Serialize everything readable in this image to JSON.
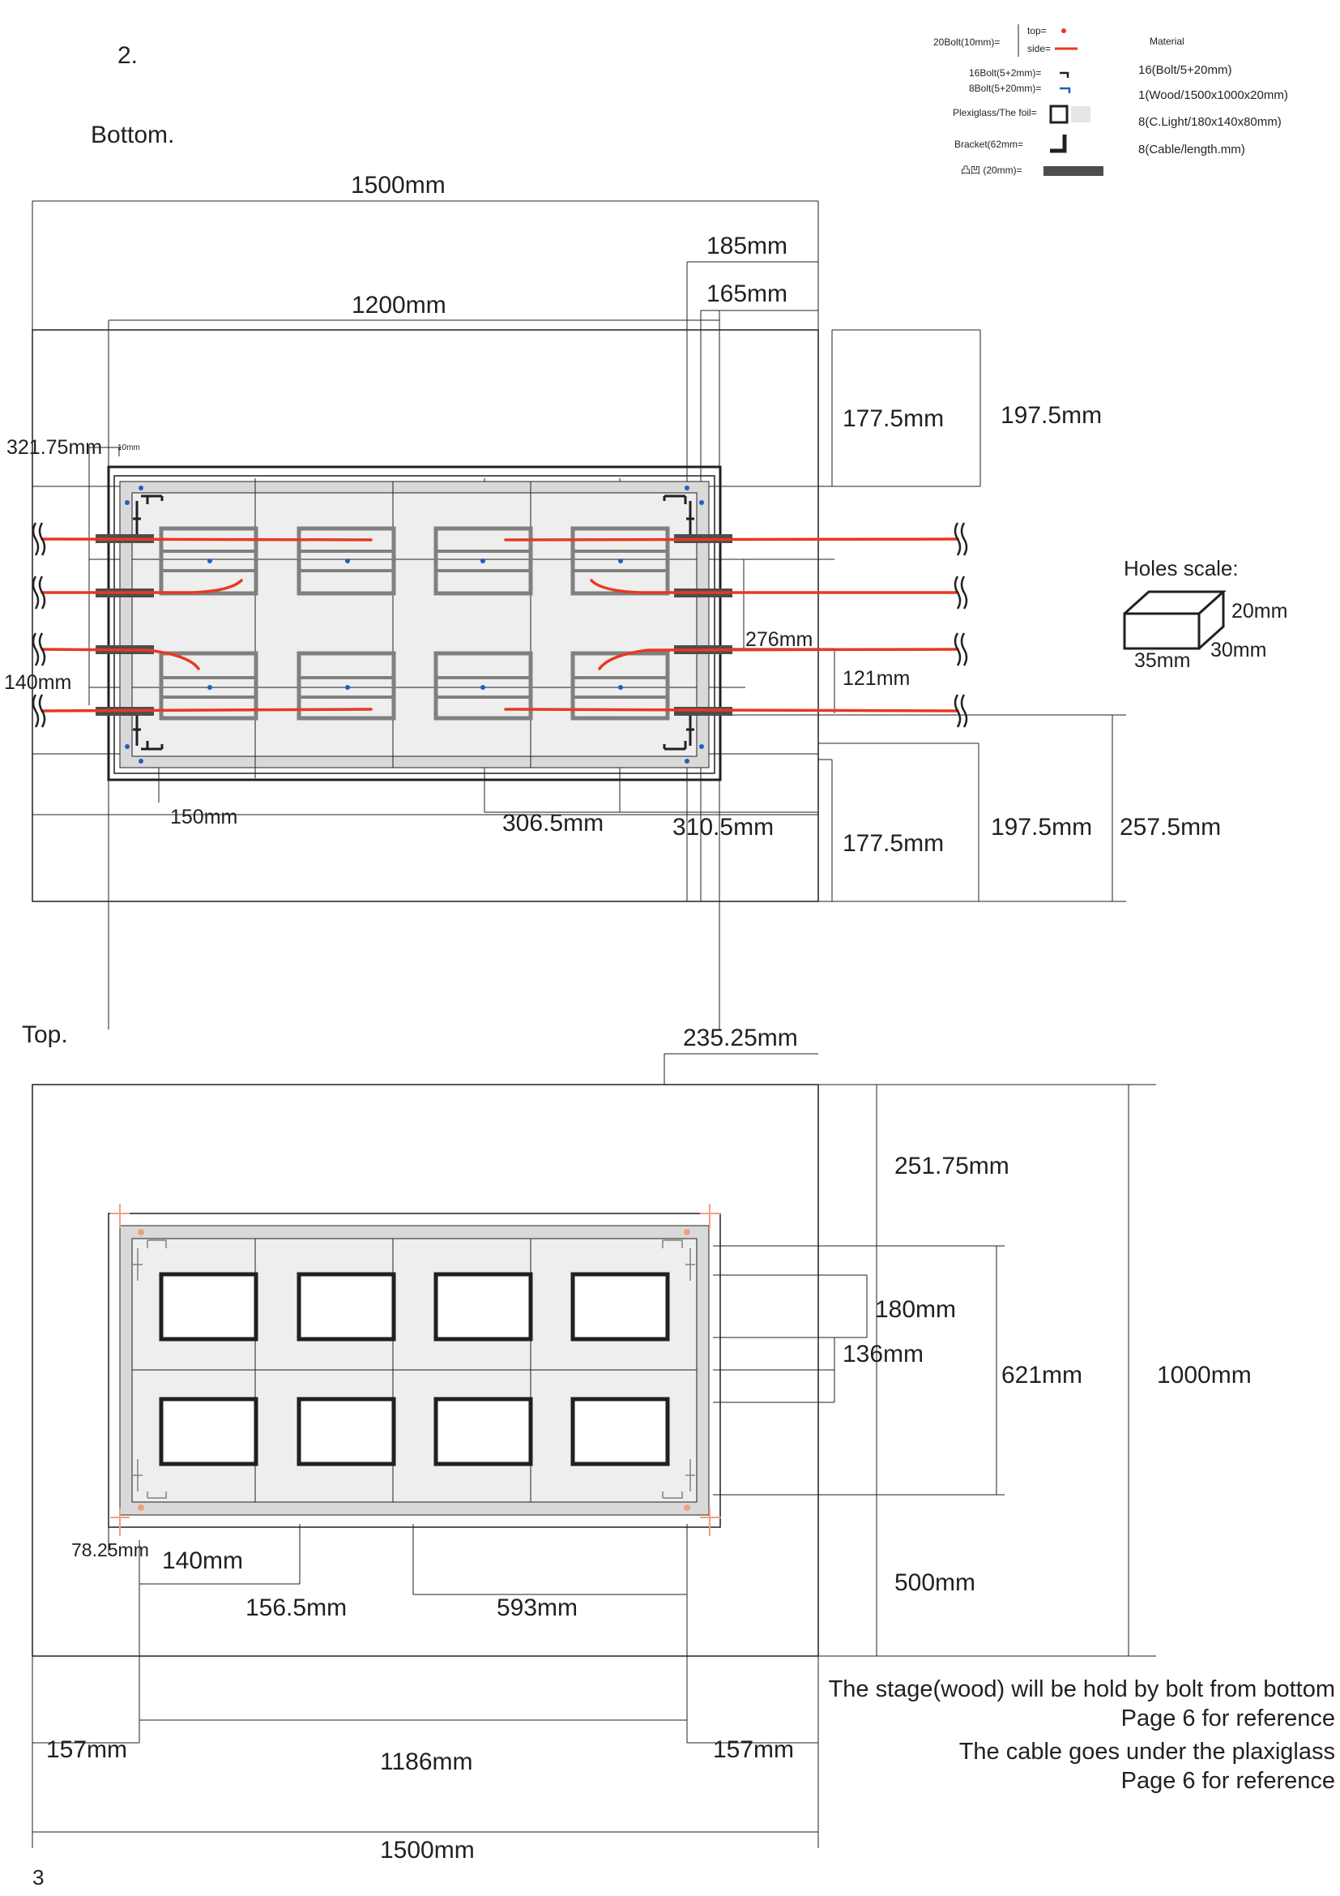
{
  "page": {
    "section_number": "2.",
    "page_number": "3"
  },
  "legend": {
    "bolt20_label": "20Bolt(10mm)=",
    "top_label": "top=",
    "side_label": "side=",
    "bolt16_label": "16Bolt(5+2mm)=",
    "bolt8_label": "8Bolt(5+20mm)=",
    "plexi_label": "Plexiglass/The foil=",
    "bracket_label": "Bracket(62mm=",
    "strip_label": "凸凹 (20mm)=",
    "material_title": "Material",
    "materials": [
      "16(Bolt/5+20mm)",
      "1(Wood/1500x1000x20mm)",
      "8(C.Light/180x140x80mm)",
      "8(Cable/length.mm)"
    ],
    "colors": {
      "cable": "#e8391f",
      "bolt_top": "#e8391f",
      "bolt8": "#1f5fbf",
      "plexiglass": "#e6e6e6",
      "strip": "#4d4d4d",
      "top_bracket": "#f0a080"
    }
  },
  "bottom_view": {
    "title": "Bottom.",
    "dims": {
      "overall_width": "1500mm",
      "d185": "185mm",
      "d165": "165mm",
      "d1200": "1200mm",
      "d177_top": "177.5mm",
      "d197_top": "197.5mm",
      "d321": "321.75mm",
      "d10": "10mm",
      "d276": "276mm",
      "d121": "121mm",
      "d140": "140mm",
      "d150": "150mm",
      "d306": "306.5mm",
      "d310": "310.5mm",
      "d177_bottom": "177.5mm",
      "d197_bottom": "197.5mm",
      "d257": "257.5mm"
    },
    "holes_scale": {
      "title": "Holes scale:",
      "height": "20mm",
      "depth": "30mm",
      "width": "35mm"
    }
  },
  "top_view": {
    "title": "Top.",
    "dims": {
      "d235": "235.25mm",
      "d251": "251.75mm",
      "d180": "180mm",
      "d136": "136mm",
      "d621": "621mm",
      "d1000": "1000mm",
      "d500": "500mm",
      "d78": "78.25mm",
      "d140": "140mm",
      "d156": "156.5mm",
      "d593": "593mm",
      "d157_left": "157mm",
      "d1186": "1186mm",
      "d157_right": "157mm",
      "overall_width": "1500mm"
    }
  },
  "notes": [
    "The stage(wood) will be hold by bolt from bottom",
    "Page 6 for reference",
    "The cable goes under the plaxiglass",
    "Page 6 for reference"
  ]
}
